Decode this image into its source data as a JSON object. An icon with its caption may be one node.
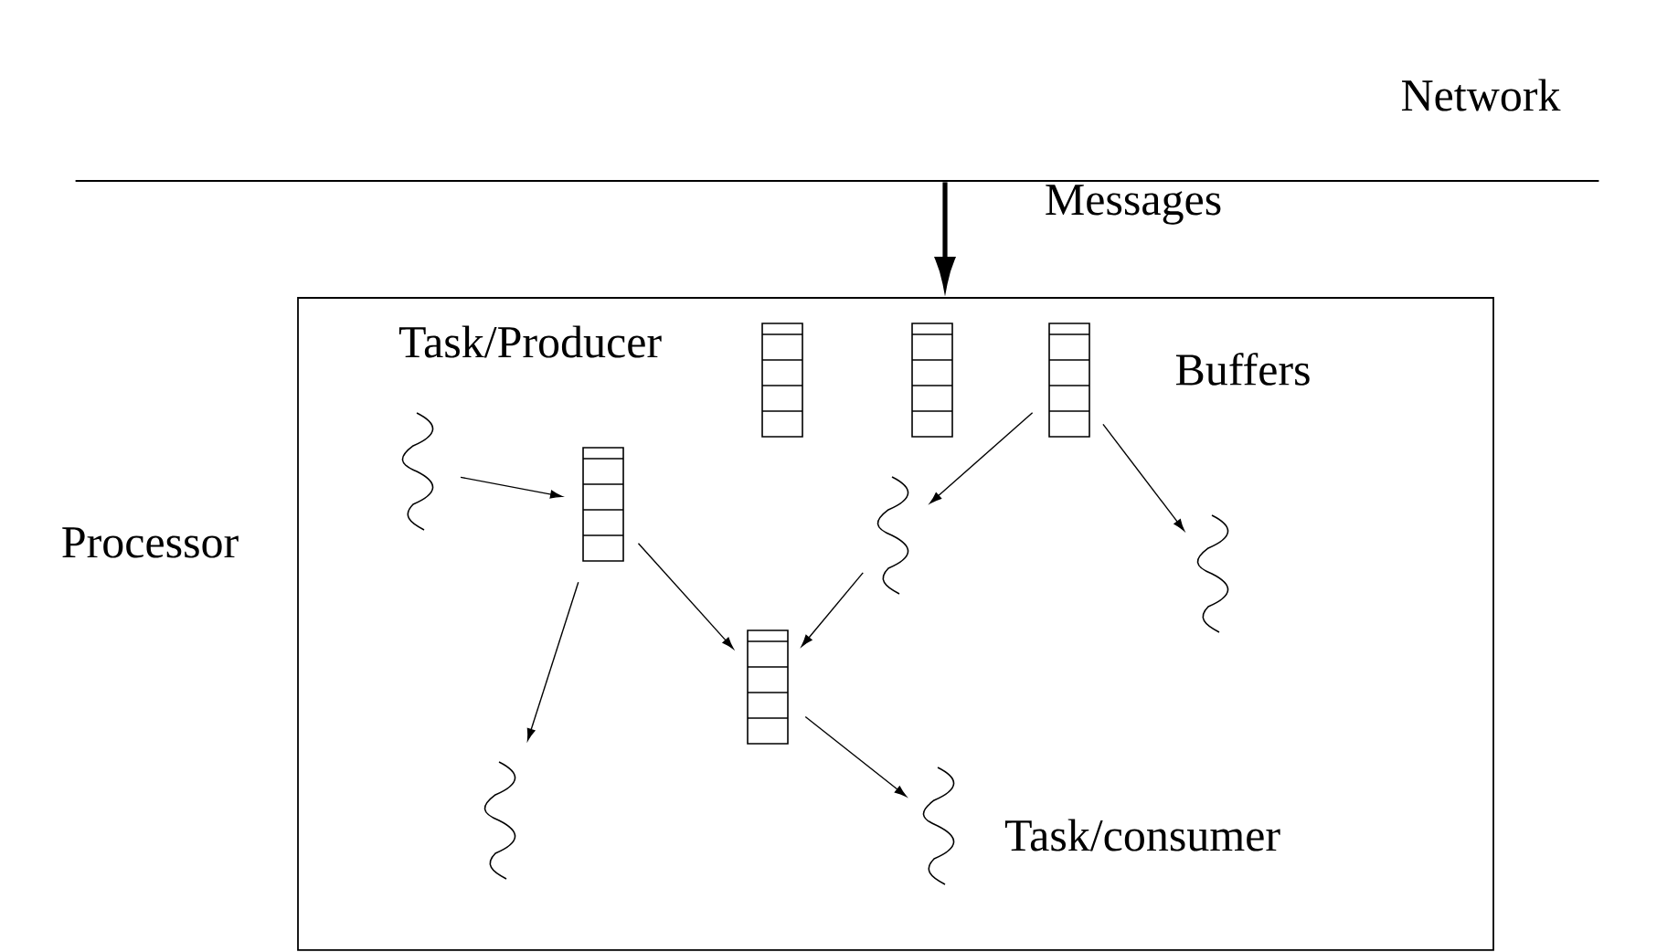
{
  "diagram": {
    "nodes": [
      {
        "text": [
          "Processor"
        ]
      },
      {
        "text": [
          "Network"
        ]
      },
      {
        "text": [],
        "shape": "squiggle",
        "in": 0,
        "beside": [
          "Task/Producer"
        ]
      },
      {
        "text": [],
        "shape": "buffer",
        "in": 0
      },
      {
        "text": [],
        "shape": "buffer",
        "in": 0
      },
      {
        "text": [],
        "shape": "buffer",
        "in": 0
      },
      {
        "text": [],
        "shape": "buffer",
        "in": 0
      },
      {
        "text": [],
        "shape": "squiggle",
        "in": 0
      },
      {
        "text": [],
        "shape": "squiggle",
        "in": 0
      },
      {
        "text": [],
        "shape": "buffer",
        "in": 0
      },
      {
        "text": [],
        "shape": "squiggle",
        "in": 0
      },
      {
        "text": [],
        "shape": "squiggle",
        "in": 0,
        "beside": [
          "Task/consumer"
        ]
      }
    ],
    "edges": [
      {
        "from": 1,
        "to": 0,
        "arrow": "to",
        "label": "Messages",
        "style": "thick"
      },
      {
        "from": 2,
        "to": 6,
        "arrow": "to"
      },
      {
        "from": 5,
        "to": 7,
        "arrow": "to"
      },
      {
        "from": 5,
        "to": 8,
        "arrow": "to"
      },
      {
        "from": 6,
        "to": 9,
        "arrow": "to"
      },
      {
        "from": 7,
        "to": 9,
        "arrow": "to"
      },
      {
        "from": 6,
        "to": 10,
        "arrow": "to"
      },
      {
        "from": 9,
        "to": 11,
        "arrow": "to"
      }
    ],
    "labels": [
      "Buffers"
    ]
  }
}
